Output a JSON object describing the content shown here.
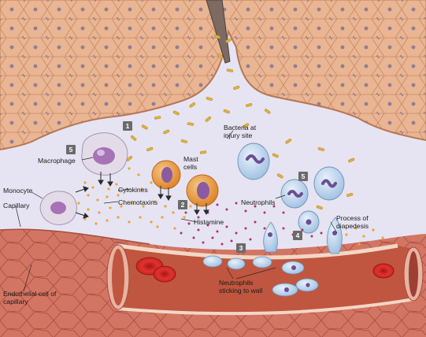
{
  "labels": {
    "bacteria": "Bacteria at injury site",
    "macrophage": "Macrophage",
    "mast_cells": "Mast cells",
    "monocyte": "Monocyte",
    "capillary": "Capillary",
    "cytokines": "Cytokines",
    "chemotaxins": "Chemotaxins",
    "histamine": "Histamine",
    "neutrophils": "Neutrophils",
    "diapedesis": "Process of diapedesis",
    "sticking": "Neutrophils sticking to wall",
    "endothelial": "Endothelial cell of capillary"
  },
  "steps": [
    "1",
    "2",
    "3",
    "4",
    "5",
    "5"
  ],
  "colors": {
    "skin": "#e9b592",
    "skin_line": "#c98a66",
    "skin_nucleus": "#8f7e95",
    "tissue_space": "#e6e4f2",
    "bacteria": "#e2b23c",
    "cytokine_dot": "#f0a33a",
    "histamine_dot": "#b0306a",
    "vessel_wall": "#cf6c5c",
    "vessel_lumen": "#c0563f",
    "red_cell": "#d32a26",
    "neutrophil": "#b9d3ec",
    "neutrophil_nucleus": "#6c4d95",
    "mast_cell": "#e8902e",
    "macrophage": "#e4dbe9",
    "step_badge": "#6b6b6b"
  },
  "icons": [
    "needle-icon"
  ]
}
